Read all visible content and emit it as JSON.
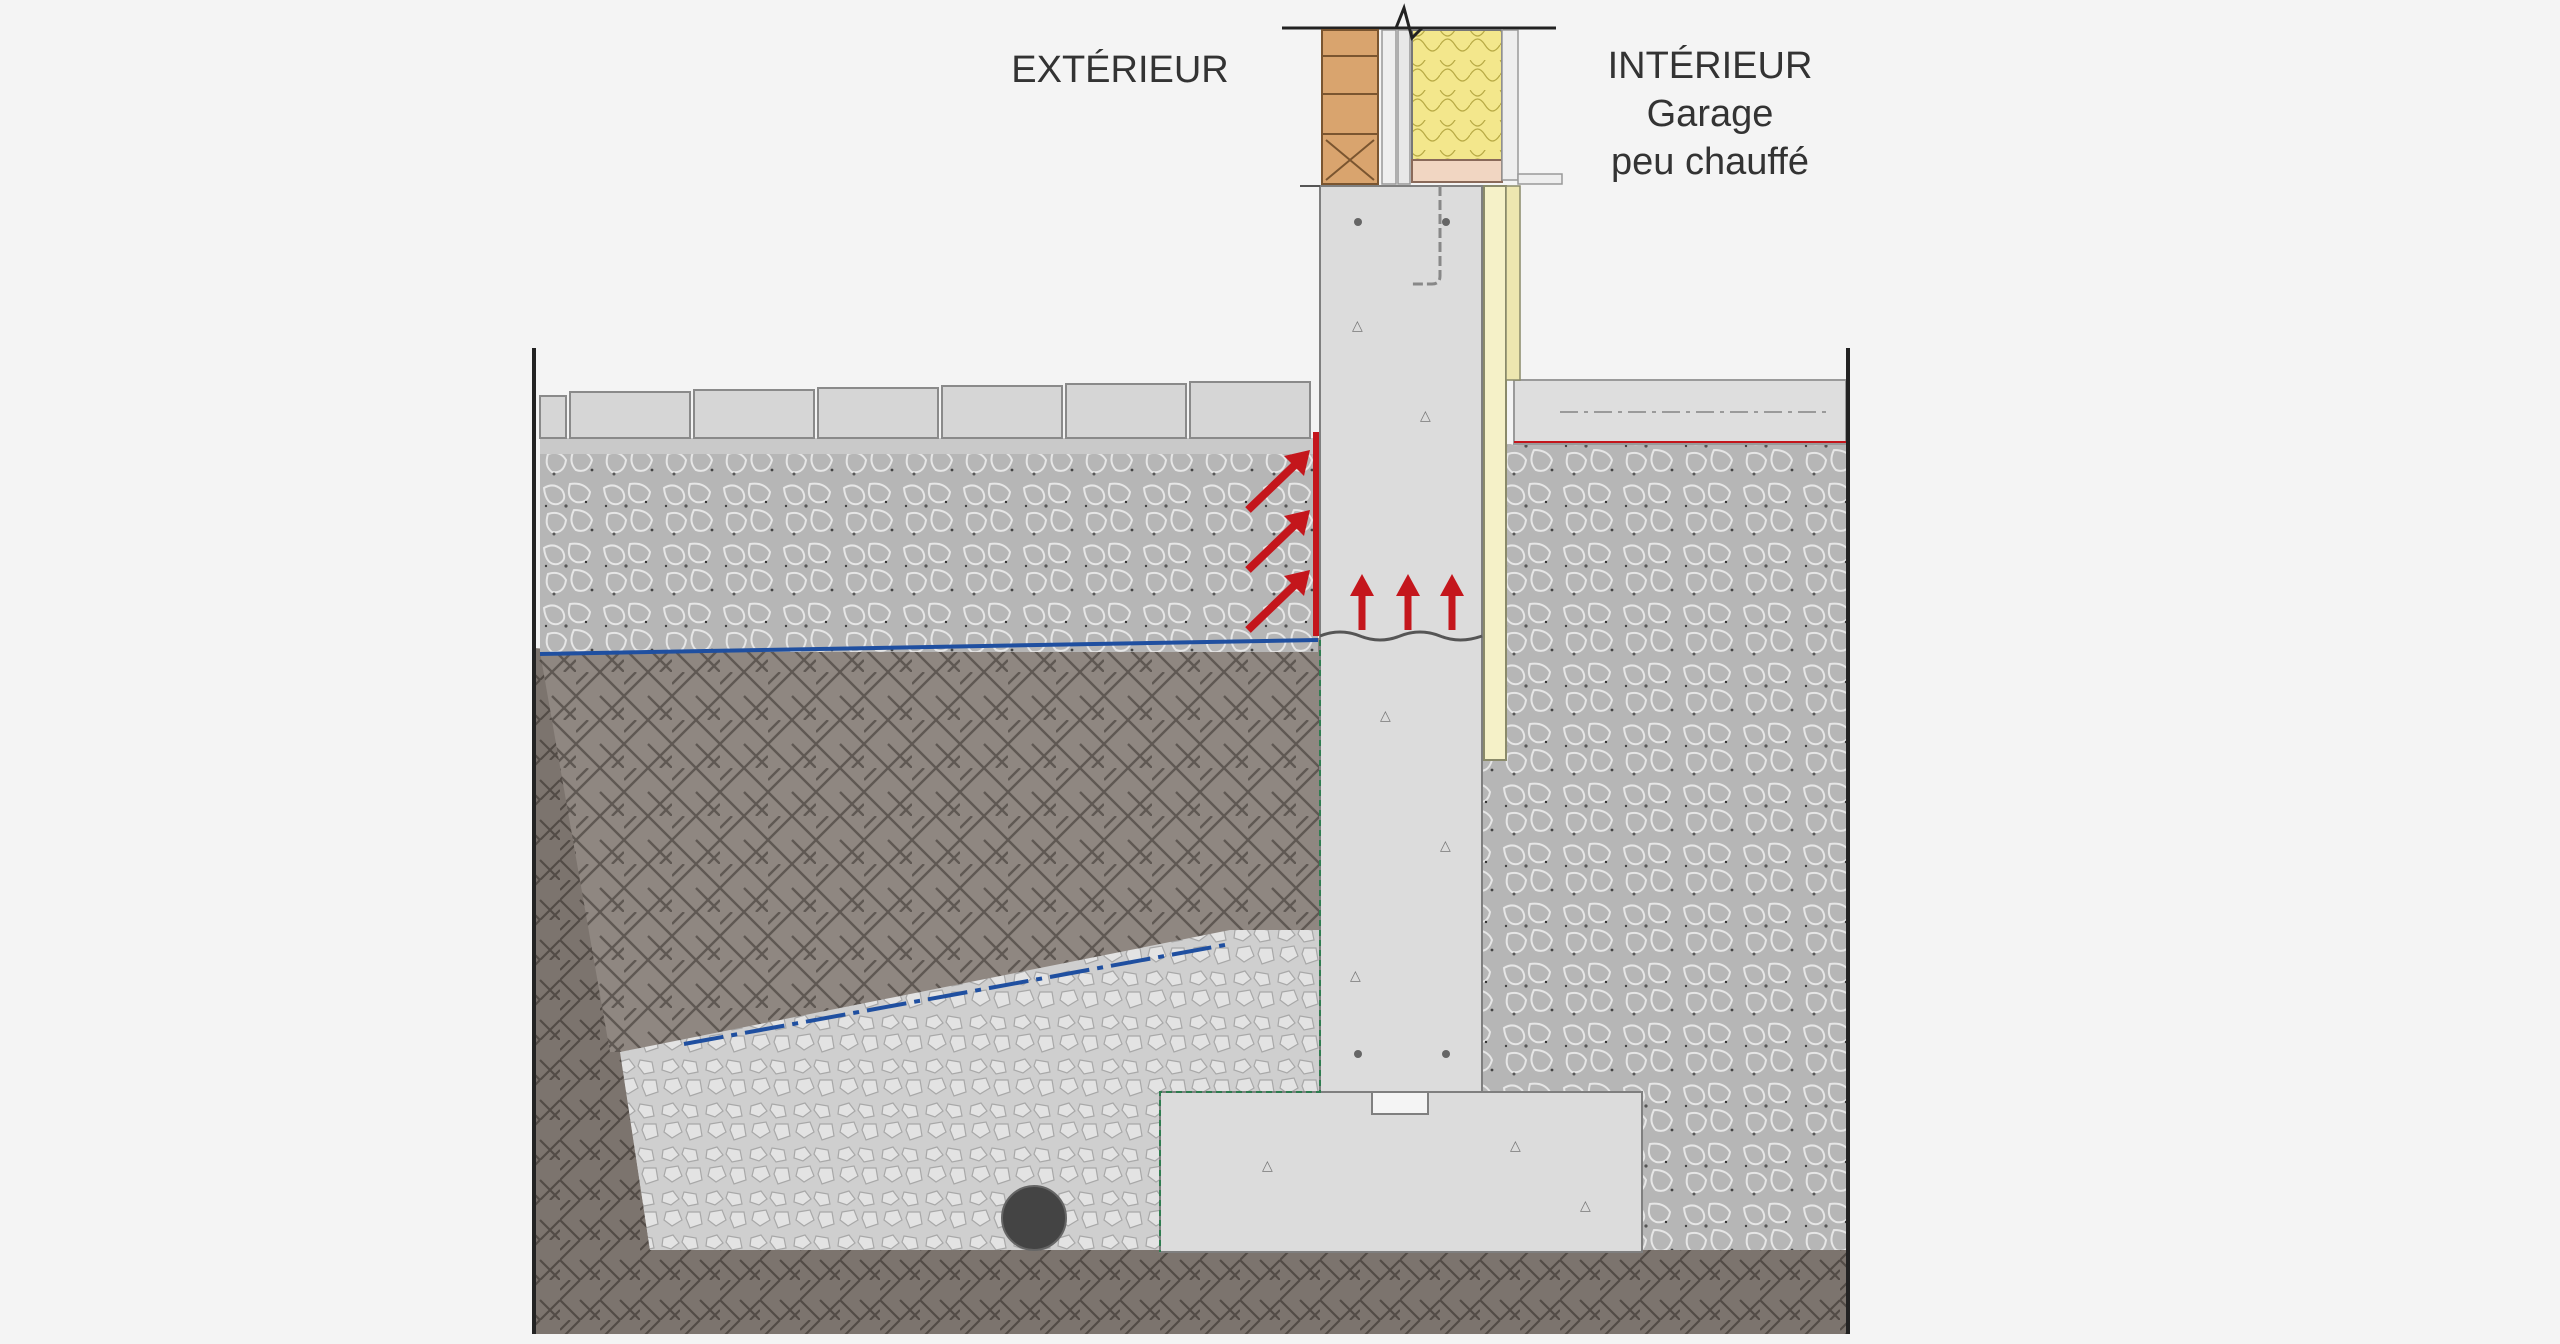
{
  "labels": {
    "exterior": "EXTÉRIEUR",
    "interior_line1": "INTÉRIEUR",
    "interior_line2": "Garage",
    "interior_line3": "peu chauffé"
  },
  "colors": {
    "background": "#f4f4f4",
    "concrete": "#dcdcdc",
    "gravel_fill": "#b9b9b9",
    "clay_soil": "#8e8680",
    "native_soil": "#7a726c",
    "crushed_stone": "#cfcfcf",
    "paving": "#d5d5d5",
    "insulation_batt": "#f2e68a",
    "rigid_insulation": "#f5f1c8",
    "brick": "#d9a46e",
    "moisture_arrow": "#c4161c",
    "water_table": "#1f4fa0",
    "drain_pipe": "#444444"
  },
  "icons": [
    "moisture-arrow-icon",
    "drain-pipe-icon"
  ]
}
